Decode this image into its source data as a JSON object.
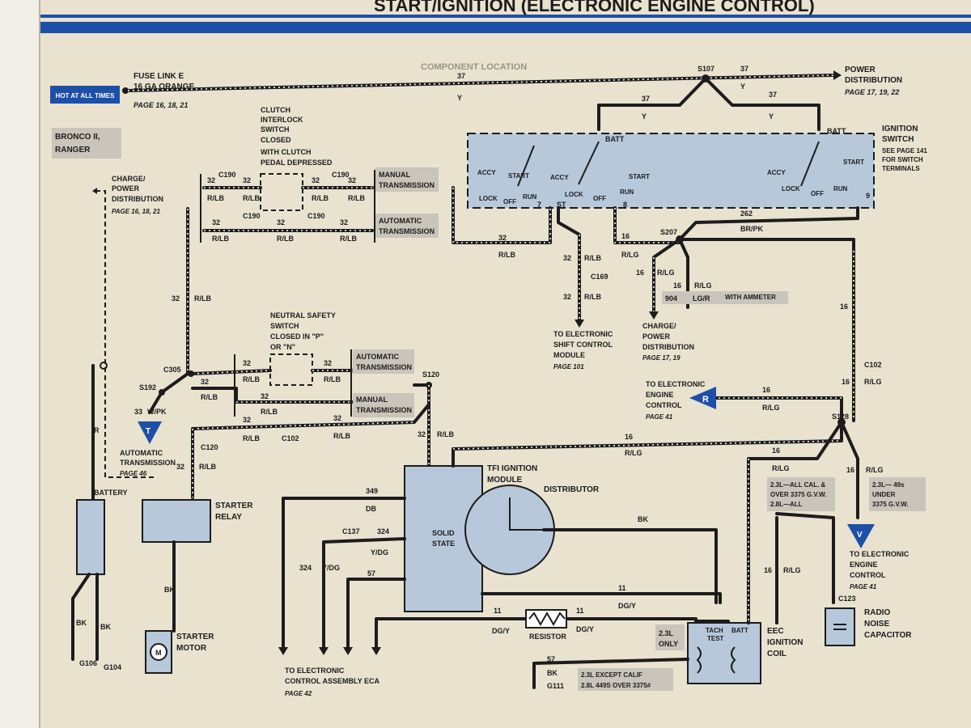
{
  "page": {
    "header_title": "START/IGNITION (ELECTRONIC ENGINE CONTROL)",
    "hot_badge": "HOT AT ALL TIMES",
    "model_label": [
      "BRONCO II,",
      "RANGER"
    ],
    "background_text": "COMPONENT LOCATION"
  },
  "colors": {
    "header_blue": "#1d4fa8",
    "panel_blue": "#b7c8db",
    "paper": "#e8e2cf",
    "wire": "#1c1c1c"
  },
  "labels": {
    "fuse_link": [
      "FUSE LINK E",
      "16 GA ORANGE",
      "PAGE 16, 18, 21"
    ],
    "s107": "S107",
    "power_dist_top": [
      "POWER",
      "DISTRIBUTION",
      "PAGE 17, 19, 22"
    ],
    "clutch_switch": [
      "CLUTCH",
      "INTERLOCK",
      "SWITCH",
      "CLOSED",
      "WITH CLUTCH",
      "PEDAL DEPRESSED"
    ],
    "ignition_switch": [
      "IGNITION",
      "SWITCH",
      "SEE PAGE 141",
      "FOR SWITCH",
      "TERMINALS"
    ],
    "batt": "BATT",
    "accy": "ACCY",
    "start": "START",
    "lock": "LOCK",
    "off": "OFF",
    "run": "RUN",
    "st": "ST",
    "charge_power_dist_left": [
      "CHARGE/",
      "POWER",
      "DISTRIBUTION",
      "PAGE 16, 18, 21"
    ],
    "manual_transmission": [
      "MANUAL",
      "TRANSMISSION"
    ],
    "automatic_transmission": [
      "AUTOMATIC",
      "TRANSMISSION"
    ],
    "c190": "C190",
    "c169": "C169",
    "s207": "S207",
    "br_pk": "BR/PK",
    "to_shift_module": [
      "TO ELECTRONIC",
      "SHIFT CONTROL",
      "MODULE",
      "PAGE 101"
    ],
    "charge_power_dist_mid": [
      "CHARGE/",
      "POWER",
      "DISTRIBUTION",
      "PAGE 17, 19"
    ],
    "ammeter": "WITH AMMETER",
    "lg_r": "LG/R",
    "neutral_safety": [
      "NEUTRAL SAFETY",
      "SWITCH",
      "CLOSED IN \"P\"",
      "OR \"N\""
    ],
    "c305": "C305",
    "s120": "S120",
    "s192": "S192",
    "w_pk": "W/PK",
    "c102": "C102",
    "c120": "C120",
    "to_eec_r": [
      "TO ELECTRONIC",
      "ENGINE",
      "CONTROL",
      "PAGE 41"
    ],
    "c102_right": "C102",
    "s128": "S128",
    "auto_trans_page": [
      "AUTOMATIC",
      "TRANSMISSION",
      "PAGE 46"
    ],
    "battery": "BATTERY",
    "starter_relay": [
      "STARTER",
      "RELAY"
    ],
    "starter_motor": [
      "STARTER",
      "MOTOR"
    ],
    "tfi_module": [
      "TFI IGNITION",
      "MODULE"
    ],
    "solid_state": [
      "SOLID",
      "STATE"
    ],
    "distributor": "DISTRIBUTOR",
    "c137": "C137",
    "resistor": "RESISTOR",
    "eec_coil": [
      "EEC",
      "IGNITION",
      "COIL"
    ],
    "radio_cap": [
      "RADIO",
      "NOISE",
      "CAPACITOR"
    ],
    "c123": "C123",
    "to_eca": [
      "TO ELECTRONIC",
      "CONTROL ASSEMBLY ECA",
      "PAGE 42"
    ],
    "to_eec_v": [
      "TO ELECTRONIC",
      "ENGINE",
      "CONTROL",
      "PAGE 41"
    ],
    "cal_box": [
      "2.3L—ALL CAL. &",
      "OVER 3375 G.V.W.",
      "2.8L—ALL"
    ],
    "under_box": [
      "2.3L— 49s",
      "UNDER",
      "3375 G.V.W."
    ],
    "ground_box": [
      "2.3L EXCEPT CALIF",
      "2.8L 449S OVER 3375#"
    ],
    "only_23": [
      "2.3L",
      "ONLY"
    ],
    "tach_test": [
      "TACH",
      "TEST"
    ],
    "m": "M",
    "g106": "G106",
    "g104": "G104",
    "g111": "G111",
    "r_letter": "R",
    "t_letter": "T",
    "v_letter": "V",
    "y": "Y",
    "r_lb": "R/LB",
    "r_lg": "R/LG",
    "db": "DB",
    "y_dg": "Y/DG",
    "dg_y": "DG/Y",
    "bk": "BK",
    "r": "R"
  },
  "circuit_numbers": {
    "c37": "37",
    "c32": "32",
    "c16": "16",
    "c262": "262",
    "c904": "904",
    "c33": "33",
    "c349": "349",
    "c324": "324",
    "c57": "57",
    "c11": "11",
    "t7": "7",
    "t8": "8",
    "t9": "9"
  }
}
